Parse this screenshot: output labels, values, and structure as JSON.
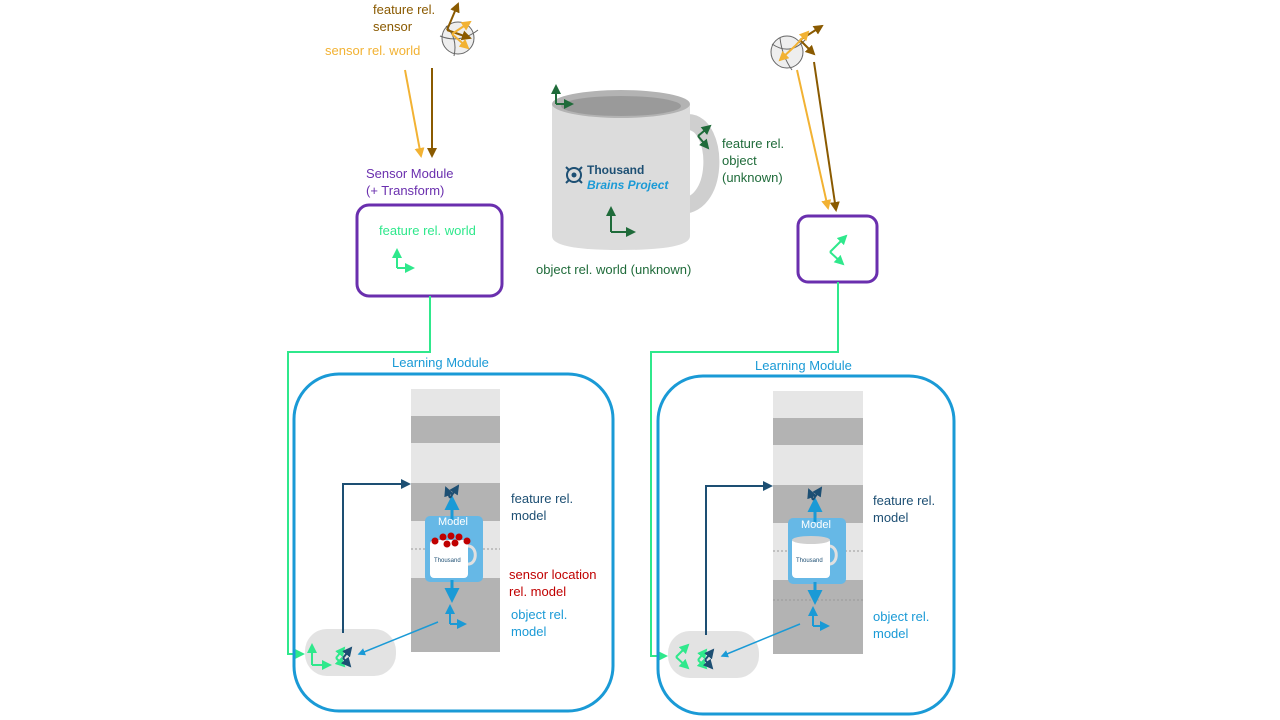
{
  "colors": {
    "sensor_module_border": "#6a2fae",
    "learning_module_border": "#1a9ad6",
    "feature_rel_sensor": "#8a5a00",
    "sensor_rel_world": "#f2b233",
    "feature_rel_world": "#2fe88c",
    "object_frame": "#1f6b3a",
    "model_frame": "#1d4f73",
    "model_blue": "#1a9ad6",
    "sensor_location": "#c00000",
    "column_light": "#e6e6e6",
    "column_dark": "#b3b3b3",
    "mug_body": "#dcdcdc"
  },
  "top_left": {
    "feature_rel_sensor": "feature rel.\nsensor",
    "sensor_rel_world": "sensor rel. world"
  },
  "sensor_module": {
    "title": "Sensor Module\n(+ Transform)",
    "inner_label": "feature rel. world"
  },
  "mug": {
    "brand_line1": "Thousand",
    "brand_line2": "Brains Project",
    "feature_rel_object": "feature rel.\nobject\n(unknown)",
    "object_rel_world": "object rel. world (unknown)"
  },
  "learning_modules": [
    {
      "title": "Learning Module",
      "model_label": "Model",
      "feature_rel_model": "feature rel.\nmodel",
      "sensor_location_rel_model": "sensor location\nrel. model",
      "object_rel_model": "object rel.\nmodel"
    },
    {
      "title": "Learning Module",
      "model_label": "Model",
      "feature_rel_model": "feature rel.\nmodel",
      "object_rel_model": "object rel.\nmodel"
    }
  ]
}
